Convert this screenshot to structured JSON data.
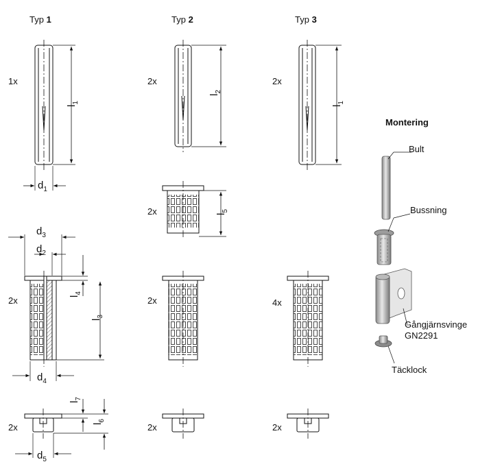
{
  "columns": [
    {
      "prefix": "Typ",
      "number": "1"
    },
    {
      "prefix": "Typ",
      "number": "2"
    },
    {
      "prefix": "Typ",
      "number": "3"
    }
  ],
  "quantities": {
    "pin1": "1x",
    "pin2": "2x",
    "pin3": "2x",
    "bush_t1": "2x",
    "bush_t2": "2x",
    "bush_t3": "4x",
    "short_t2": "2x",
    "cap_t1": "2x",
    "cap_t2": "2x",
    "cap_t3": "2x"
  },
  "dimensions": {
    "l1": {
      "base": "l",
      "sub": "1"
    },
    "l2": {
      "base": "l",
      "sub": "2"
    },
    "l3": {
      "base": "l",
      "sub": "3"
    },
    "l4": {
      "base": "l",
      "sub": "4"
    },
    "l5": {
      "base": "l",
      "sub": "5"
    },
    "l6": {
      "base": "l",
      "sub": "6"
    },
    "l7": {
      "base": "l",
      "sub": "7"
    },
    "d1": {
      "base": "d",
      "sub": "1"
    },
    "d2": {
      "base": "d",
      "sub": "2"
    },
    "d3": {
      "base": "d",
      "sub": "3"
    },
    "d4": {
      "base": "d",
      "sub": "4"
    },
    "d5": {
      "base": "d",
      "sub": "5"
    }
  },
  "assembly": {
    "title": "Montering",
    "bolt": "Bult",
    "bushing": "Bussning",
    "hinge_line1": "Gångjärnsvinge",
    "hinge_line2": "GN2291",
    "cap": "Täcklock"
  }
}
